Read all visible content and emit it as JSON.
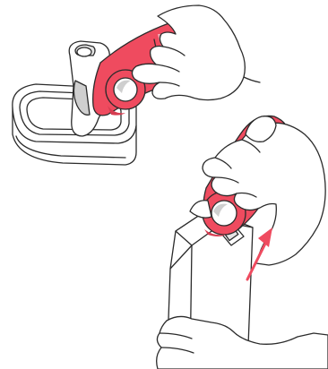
{
  "colors": {
    "background": "#ffffff",
    "outline": "#2b2b2b",
    "opener_red": "#ef4b5f",
    "opener_red_dark": "#d63c50",
    "opener_highlight": "#f6d9dc",
    "metal_grey": "#cfcfcf",
    "shadow_grey": "#e5e5e5",
    "arrow_red": "#ef4b5f"
  },
  "scenes": [
    {
      "id": "can-opening",
      "icon": "can-opener-on-tin"
    },
    {
      "id": "carton-opening",
      "icon": "opener-twisting-carton-cap"
    }
  ],
  "arrow": {
    "direction": "up-right",
    "icon": "rotation-arrow"
  }
}
